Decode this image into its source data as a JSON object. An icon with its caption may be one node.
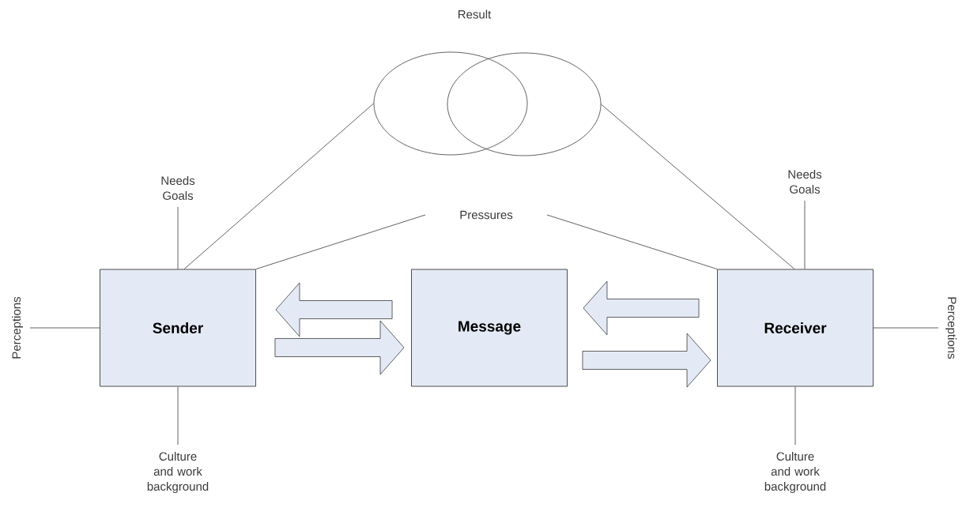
{
  "diagram": {
    "nodes": [
      {
        "text": [],
        "shape": "ellipse"
      },
      {
        "text": [],
        "shape": "ellipse"
      },
      {
        "text": [
          "Needs Goals"
        ]
      },
      {
        "text": [
          "Needs Goals"
        ]
      },
      {
        "text": [
          "Pressures"
        ]
      },
      {
        "text": [
          "Perceptions"
        ]
      },
      {
        "text": [
          "Sender"
        ]
      },
      {
        "text": [
          "Message"
        ]
      },
      {
        "text": [
          "Receiver"
        ]
      },
      {
        "text": [
          "Perceptions"
        ]
      },
      {
        "text": [
          "Culture and work background"
        ]
      },
      {
        "text": [
          "Culture and work background"
        ]
      }
    ],
    "edges": [
      {
        "from": 0,
        "to": 6,
        "arrow": "none"
      },
      {
        "from": 1,
        "to": 8,
        "arrow": "none"
      },
      {
        "from": 2,
        "to": 6,
        "arrow": "none"
      },
      {
        "from": 3,
        "to": 8,
        "arrow": "none"
      },
      {
        "from": 4,
        "to": 6,
        "arrow": "none"
      },
      {
        "from": 4,
        "to": 8,
        "arrow": "none"
      },
      {
        "from": 5,
        "to": 6,
        "arrow": "none"
      },
      {
        "from": 9,
        "to": 8,
        "arrow": "none"
      },
      {
        "from": 10,
        "to": 6,
        "arrow": "none"
      },
      {
        "from": 11,
        "to": 8,
        "arrow": "none"
      },
      {
        "from": 7,
        "to": 6,
        "arrow": "to",
        "style": "thick"
      },
      {
        "from": 6,
        "to": 7,
        "arrow": "to",
        "style": "thick"
      },
      {
        "from": 8,
        "to": 7,
        "arrow": "to",
        "style": "thick"
      },
      {
        "from": 7,
        "to": 8,
        "arrow": "to",
        "style": "thick"
      }
    ],
    "labels": [
      "Result"
    ]
  }
}
